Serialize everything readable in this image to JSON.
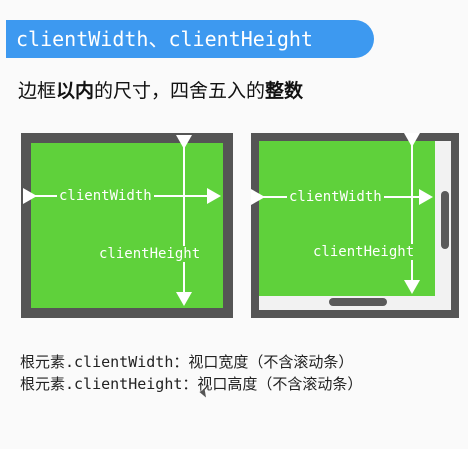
{
  "header": {
    "title": "clientWidth、clientHeight"
  },
  "subtitle": {
    "part1": "边框",
    "part2_bold": "以内",
    "part3": "的尺寸，四舍五入的",
    "part4_bold": "整数"
  },
  "diagram_left": {
    "width_label": "clientWidth",
    "height_label": "clientHeight"
  },
  "diagram_right": {
    "width_label": "clientWidth",
    "height_label": "clientHeight"
  },
  "descriptions": [
    {
      "code": "根元素.clientWidth",
      "text": "：视口宽度（不含滚动条）"
    },
    {
      "code": "根元素.clientHeight",
      "text": "：视口高度（不含滚动条）"
    }
  ],
  "colors": {
    "accent": "#3d99f0",
    "green": "#5fd13b",
    "border": "#555555"
  }
}
